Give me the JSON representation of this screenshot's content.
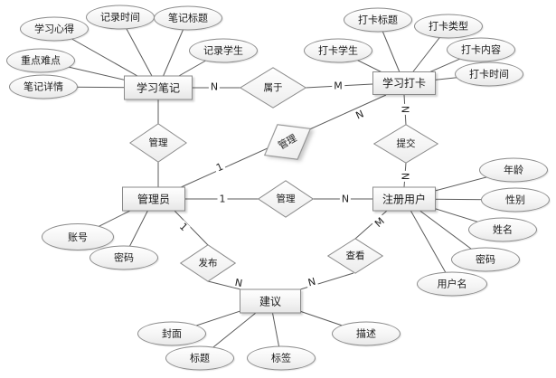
{
  "diagram": {
    "type": "er-diagram",
    "colors": {
      "background": "#ffffff",
      "shape_border": "#8a8a8a",
      "shape_fill_top": "#ffffff",
      "shape_fill_bottom": "#e9e9e9",
      "connector_line": "#5b5b5b",
      "text": "#1a1a1a"
    },
    "entities": [
      {
        "id": "study-notes",
        "label": "学习笔记"
      },
      {
        "id": "study-checkin",
        "label": "学习打卡"
      },
      {
        "id": "admin",
        "label": "管理员"
      },
      {
        "id": "registered-user",
        "label": "注册用户"
      },
      {
        "id": "suggestion",
        "label": "建议"
      }
    ],
    "relationships": [
      {
        "id": "belongs-to",
        "label": "属于"
      },
      {
        "id": "manage-notes",
        "label": "管理"
      },
      {
        "id": "manage-checkin",
        "label": "管理"
      },
      {
        "id": "submit",
        "label": "提交"
      },
      {
        "id": "manage-user",
        "label": "管理"
      },
      {
        "id": "publish",
        "label": "发布"
      },
      {
        "id": "view",
        "label": "查看"
      }
    ],
    "attributes": [
      {
        "id": "note-insight",
        "label": "学习心得",
        "owner": "study-notes"
      },
      {
        "id": "note-time",
        "label": "记录时间",
        "owner": "study-notes"
      },
      {
        "id": "note-title",
        "label": "笔记标题",
        "owner": "study-notes"
      },
      {
        "id": "note-student",
        "label": "记录学生",
        "owner": "study-notes"
      },
      {
        "id": "note-keypoints",
        "label": "重点难点",
        "owner": "study-notes"
      },
      {
        "id": "note-detail",
        "label": "笔记详情",
        "owner": "study-notes"
      },
      {
        "id": "checkin-title",
        "label": "打卡标题",
        "owner": "study-checkin"
      },
      {
        "id": "checkin-type",
        "label": "打卡类型",
        "owner": "study-checkin"
      },
      {
        "id": "checkin-student",
        "label": "打卡学生",
        "owner": "study-checkin"
      },
      {
        "id": "checkin-content",
        "label": "打卡内容",
        "owner": "study-checkin"
      },
      {
        "id": "checkin-time",
        "label": "打卡时间",
        "owner": "study-checkin"
      },
      {
        "id": "admin-account",
        "label": "账号",
        "owner": "admin"
      },
      {
        "id": "admin-password",
        "label": "密码",
        "owner": "admin"
      },
      {
        "id": "user-age",
        "label": "年龄",
        "owner": "registered-user"
      },
      {
        "id": "user-gender",
        "label": "性别",
        "owner": "registered-user"
      },
      {
        "id": "user-name",
        "label": "姓名",
        "owner": "registered-user"
      },
      {
        "id": "user-password",
        "label": "密码",
        "owner": "registered-user"
      },
      {
        "id": "user-username",
        "label": "用户名",
        "owner": "registered-user"
      },
      {
        "id": "suggestion-cover",
        "label": "封面",
        "owner": "suggestion"
      },
      {
        "id": "suggestion-title",
        "label": "标题",
        "owner": "suggestion"
      },
      {
        "id": "suggestion-tag",
        "label": "标签",
        "owner": "suggestion"
      },
      {
        "id": "suggestion-desc",
        "label": "描述",
        "owner": "suggestion"
      }
    ],
    "cardinalities": [
      {
        "id": "notes-belongs-n",
        "label": "N"
      },
      {
        "id": "belongs-checkin-m",
        "label": "M"
      },
      {
        "id": "admin-manage-checkin-1",
        "label": "1"
      },
      {
        "id": "manage-checkin-n",
        "label": "N"
      },
      {
        "id": "checkin-submit-n",
        "label": "N"
      },
      {
        "id": "submit-user-n",
        "label": "N"
      },
      {
        "id": "admin-manage-user-1",
        "label": "1"
      },
      {
        "id": "manage-user-n",
        "label": "N"
      },
      {
        "id": "admin-publish-1",
        "label": "1"
      },
      {
        "id": "publish-suggestion-n",
        "label": "N"
      },
      {
        "id": "view-suggestion-n",
        "label": "N"
      },
      {
        "id": "user-view-m",
        "label": "M"
      }
    ]
  }
}
